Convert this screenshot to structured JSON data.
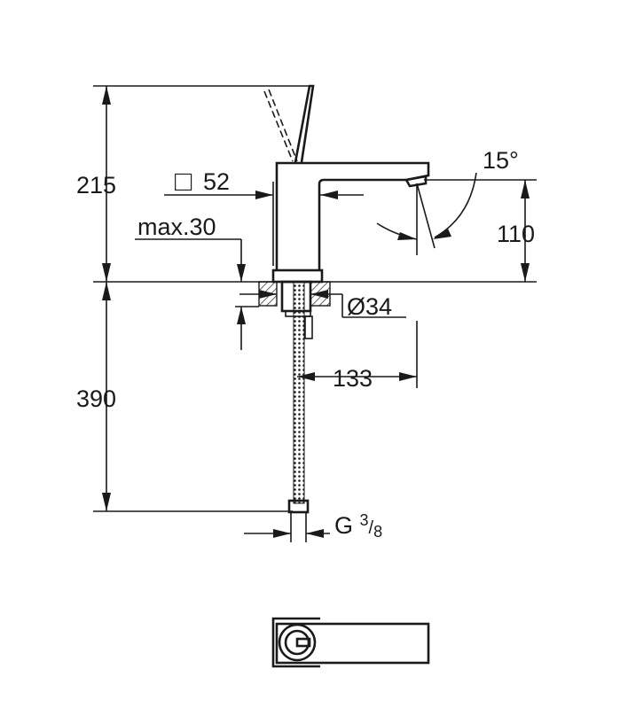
{
  "dimensions": {
    "total_height": "215",
    "square_size_symbol": "□",
    "square_size": "52",
    "max_deck_thickness": "max.30",
    "hole_diameter": "Ø34",
    "spout_reach": "133",
    "hose_length": "390",
    "spray_angle": "15°",
    "spout_height": "110",
    "connection_thread": "G",
    "thread_num": "3",
    "thread_den": "8"
  }
}
